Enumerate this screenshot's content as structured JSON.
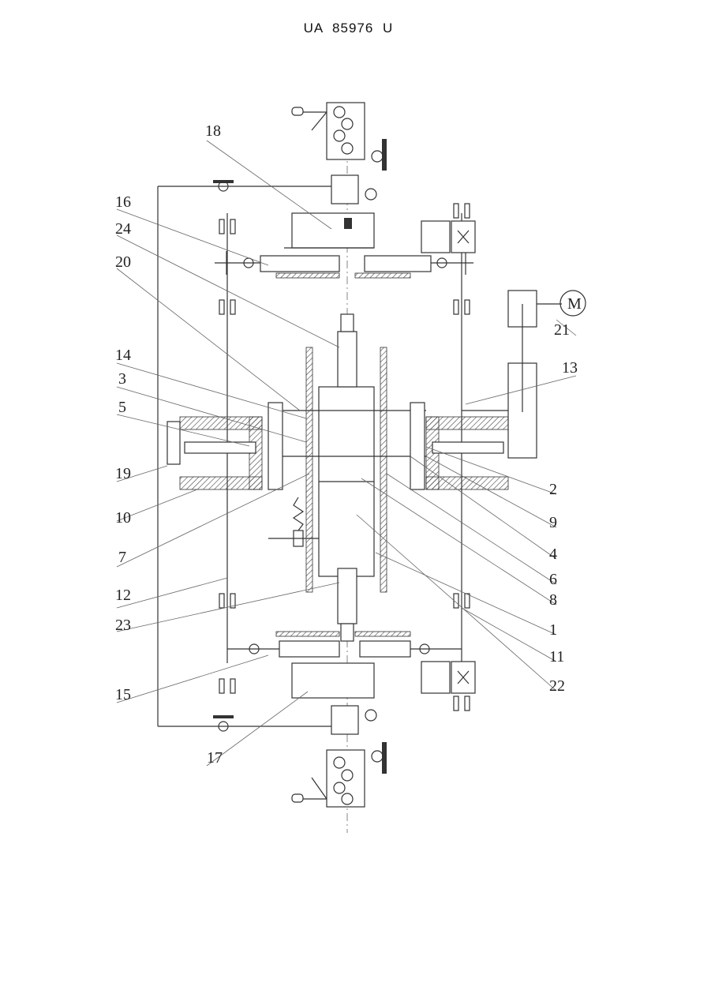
{
  "header": {
    "doc_number": "UA   85976   U"
  },
  "figure": {
    "motor_symbol": "M",
    "callouts": [
      "18",
      "16",
      "24",
      "20",
      "14",
      "3",
      "5",
      "19",
      "10",
      "7",
      "12",
      "23",
      "15",
      "17",
      "21",
      "13",
      "2",
      "9",
      "4",
      "6",
      "8",
      "1",
      "11",
      "22"
    ]
  }
}
